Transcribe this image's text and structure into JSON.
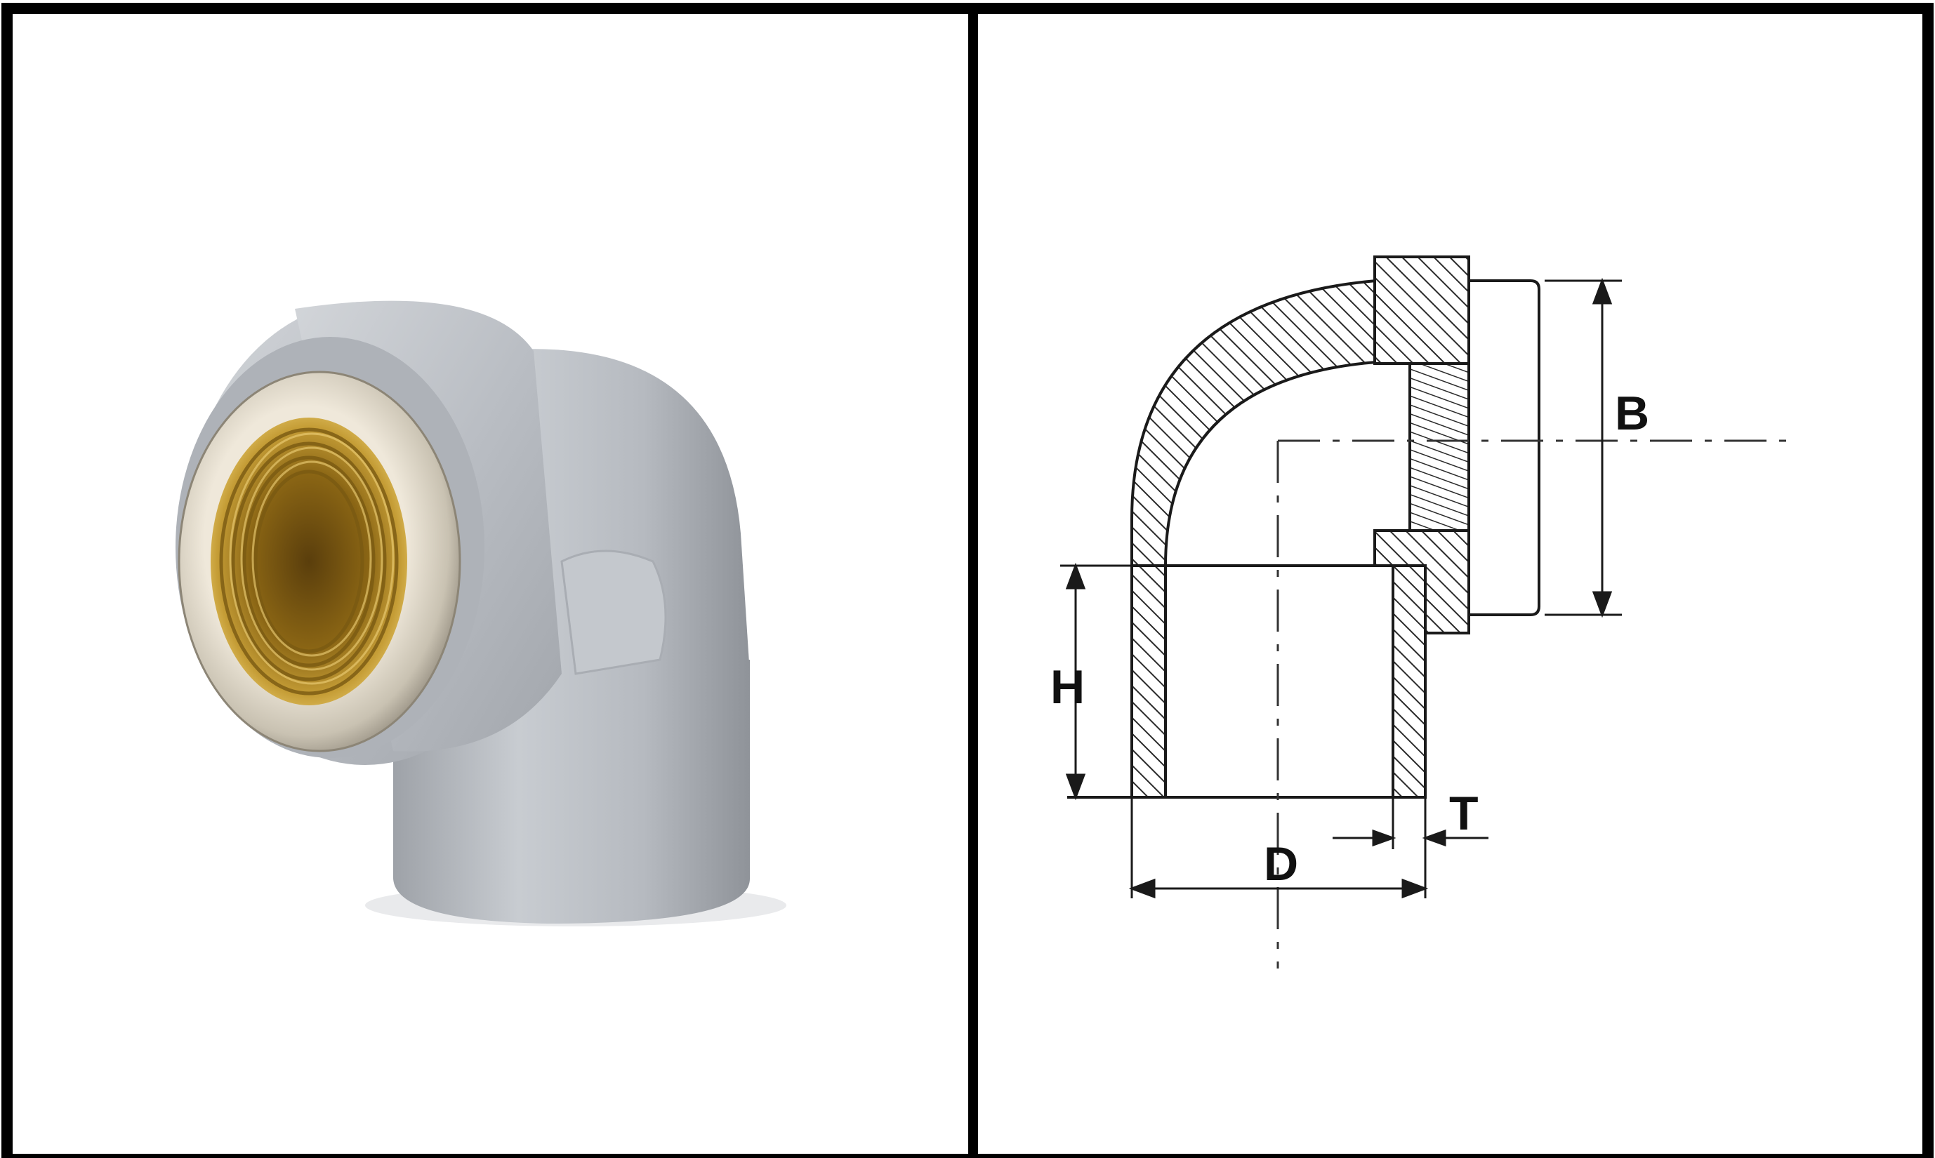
{
  "left_panel": {
    "photo": "grey-pvc-90-degree-elbow-with-brass-threaded-insert"
  },
  "right_panel": {
    "drawing": "elbow-cross-section",
    "dimension_labels": {
      "b": "B",
      "h": "H",
      "t": "T",
      "d": "D"
    }
  },
  "colors": {
    "frame": "#000000",
    "pvc_grey": "#b9bdc3",
    "brass": "#b8902a",
    "nickel": "#c9c2b2",
    "line": "#1a1a1a"
  }
}
